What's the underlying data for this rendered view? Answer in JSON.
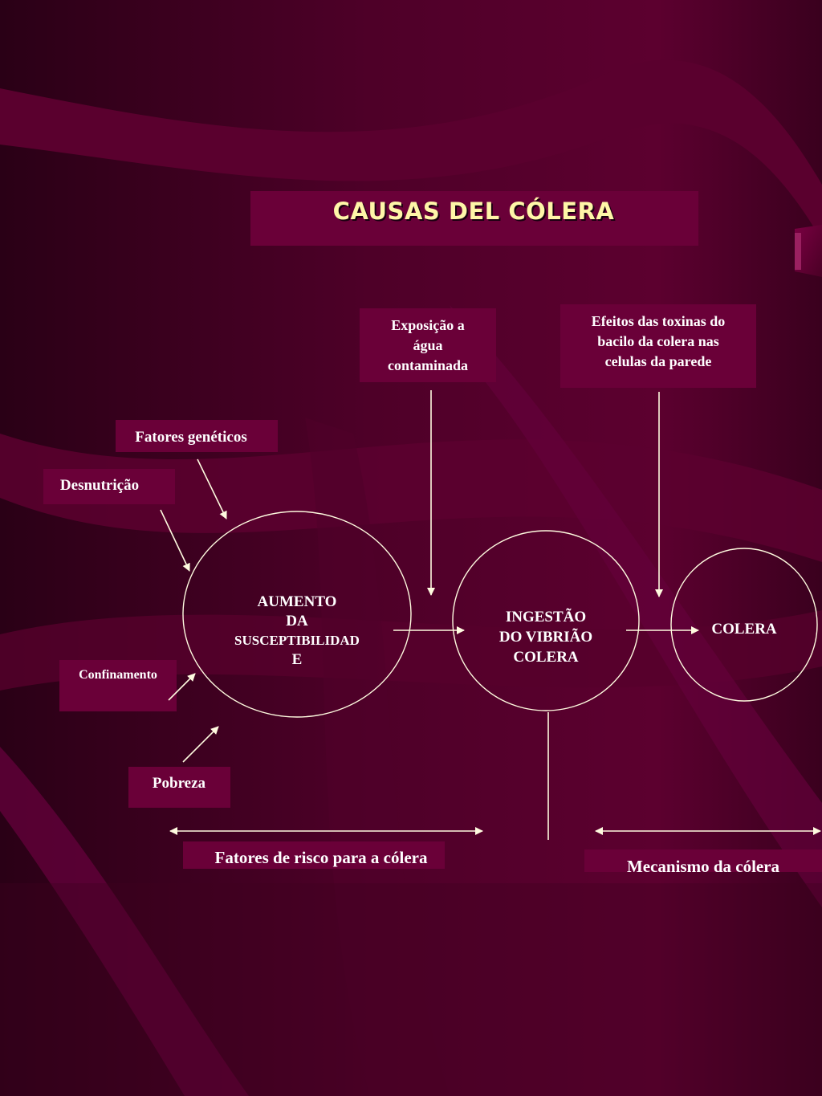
{
  "title": "CAUSAS DEL CÓLERA",
  "nodes": {
    "aumento": [
      "AUMENTO",
      "DA",
      "SUSCEPTIBILIDAD",
      "E"
    ],
    "ingestao": [
      "INGESTÃO",
      "DO VIBRIÃO",
      "COLERA"
    ],
    "colera": "COLERA"
  },
  "factors": {
    "geneticos": "Fatores genéticos",
    "desnutricao": "Desnutrição",
    "confinamento": "Confinamento",
    "pobreza": "Pobreza"
  },
  "inputs": {
    "exposicao": [
      "Exposição a",
      "água",
      "contaminada"
    ],
    "efeitos": [
      "Efeitos das toxinas do",
      "bacilo da colera nas",
      "celulas da  parede"
    ]
  },
  "sections": {
    "risco": "Fatores de risco para a cólera",
    "mecanismo": "Mecanismo da cólera"
  },
  "colors": {
    "background": "#5e0030",
    "box": "#6a0038",
    "title": "#fff6a8",
    "lines": "#fffbe0"
  }
}
